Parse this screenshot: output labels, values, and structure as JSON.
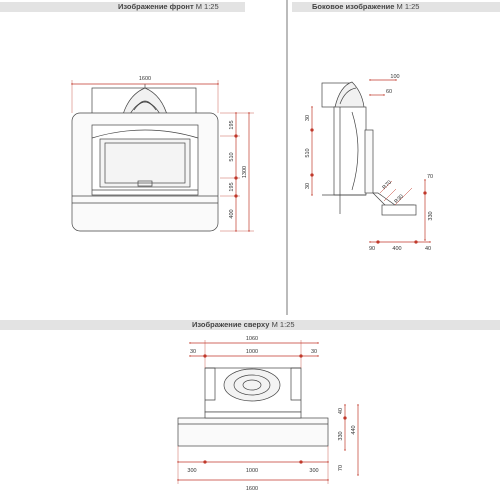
{
  "views": {
    "front": {
      "title": "Изображение фронт",
      "scale": "М 1:25"
    },
    "side": {
      "title": "Боковое изображение",
      "scale": "М 1:25"
    },
    "top": {
      "title": "Изображение сверху",
      "scale": "М 1:25"
    }
  },
  "dimensions": {
    "front": {
      "width": "1600",
      "right_a": "195",
      "right_b": "510",
      "right_c": "195",
      "right_d": "400",
      "total_height": "1300"
    },
    "side": {
      "top_100": "100",
      "top_60": "60",
      "left_30a": "30",
      "left_510": "510",
      "left_30b": "30",
      "right_70": "70",
      "right_330": "330",
      "diag_r70": "R70",
      "diag_r30": "R30",
      "bottom_90": "90",
      "bottom_400": "400",
      "bottom_40": "40"
    },
    "top": {
      "top_1060": "1060",
      "top_30a": "30",
      "top_1000": "1000",
      "top_30b": "30",
      "right_40": "40",
      "right_330": "330",
      "right_440": "440",
      "right_70": "70",
      "bottom_300a": "300",
      "bottom_1000": "1000",
      "bottom_300b": "300",
      "bottom_1600": "1600"
    }
  },
  "colors": {
    "dimension_line": "#c0392b",
    "title_bar": "#e3e3e3",
    "outline": "#444444",
    "glass": "#f4f4f4"
  }
}
